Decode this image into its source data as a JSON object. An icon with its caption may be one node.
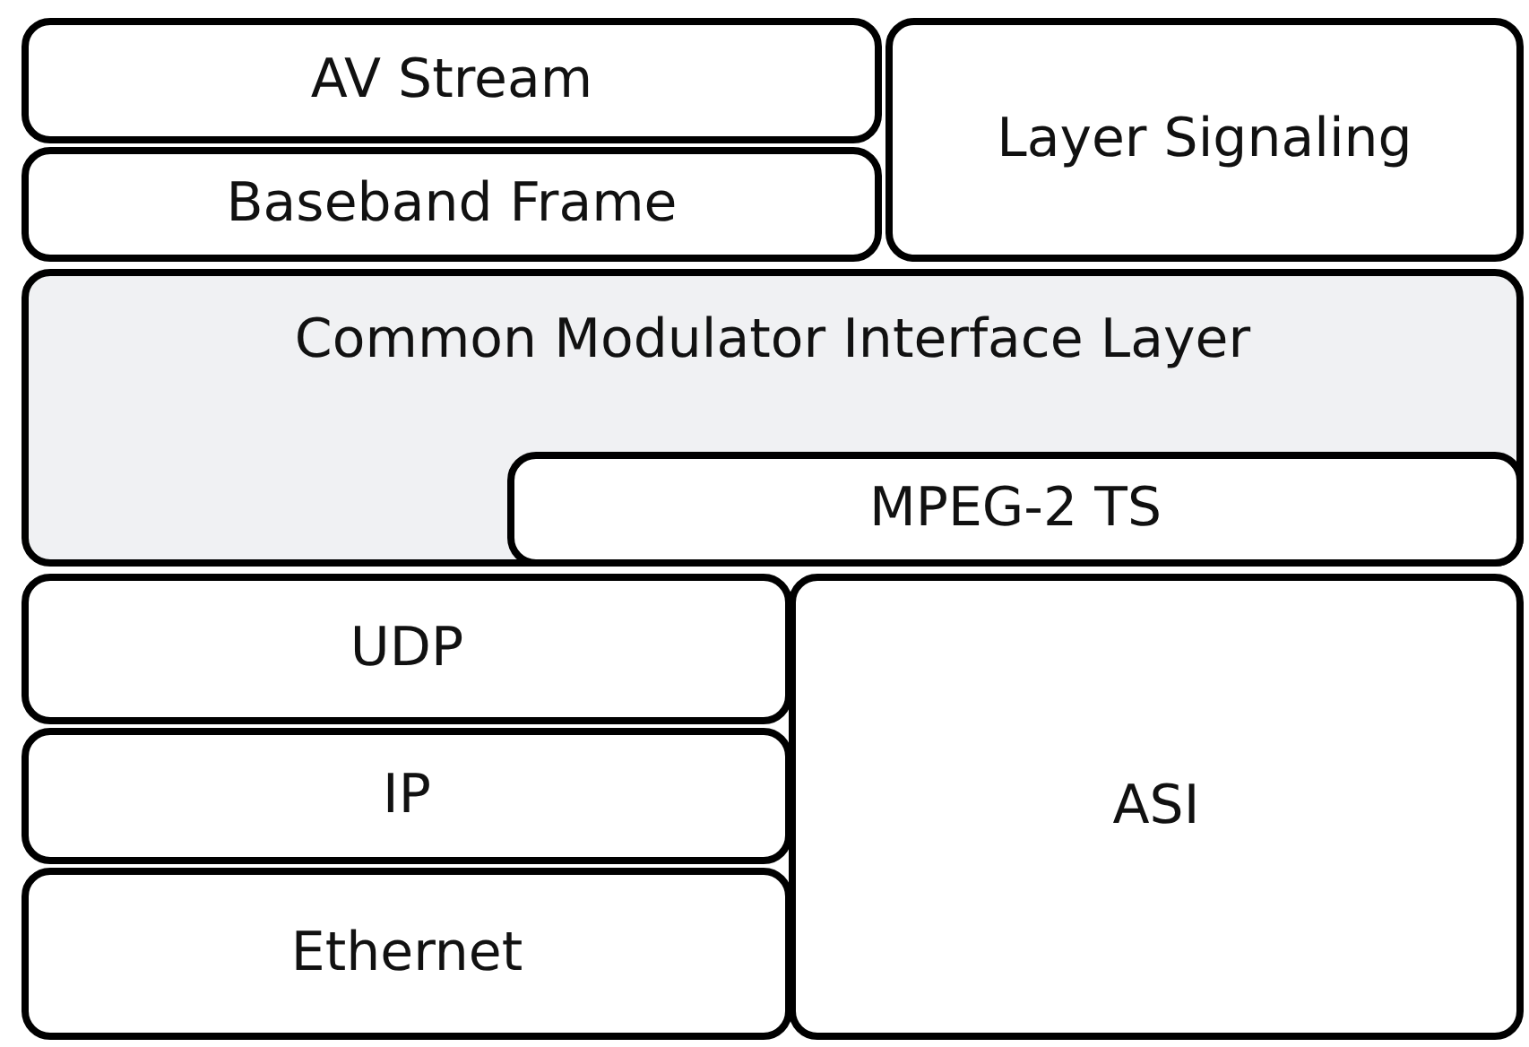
{
  "diagram": {
    "nodes": [
      {
        "text": [
          "AV Stream"
        ]
      },
      {
        "text": [
          "Layer Signaling"
        ]
      },
      {
        "text": [
          "Baseband Frame"
        ]
      },
      {
        "text": [
          "Common Modulator Interface Layer"
        ]
      },
      {
        "text": [
          "MPEG-2 TS"
        ],
        "in": 3
      },
      {
        "text": [
          "UDP"
        ]
      },
      {
        "text": [
          "IP"
        ]
      },
      {
        "text": [
          "Ethernet"
        ]
      },
      {
        "text": [
          "ASI"
        ]
      }
    ]
  }
}
